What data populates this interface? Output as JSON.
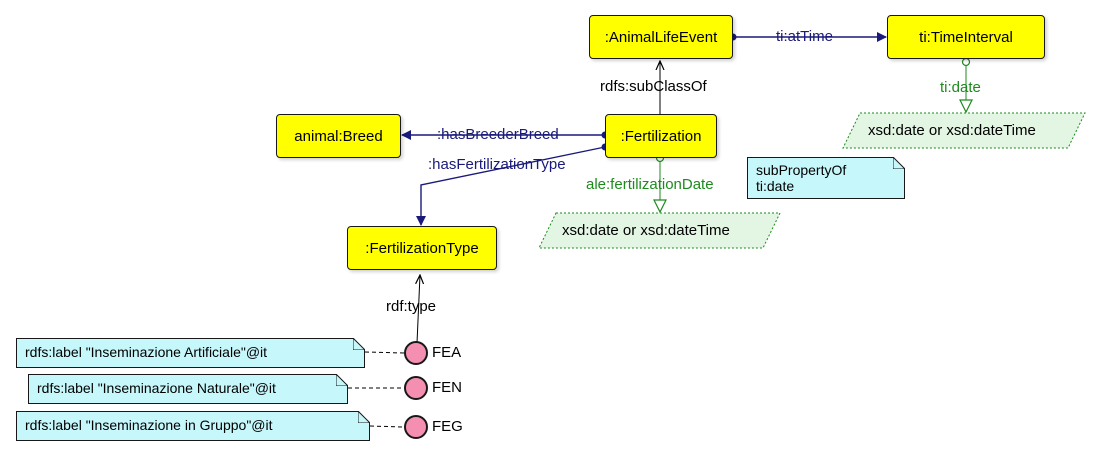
{
  "classes": {
    "animal_life_event": ":AnimalLifeEvent",
    "time_interval": "ti:TimeInterval",
    "animal_breed": "animal:Breed",
    "fertilization": ":Fertilization",
    "fertilization_type": ":FertilizationType"
  },
  "properties": {
    "at_time": "ti:atTime",
    "subclass_of": "rdfs:subClassOf",
    "ti_date": "ti:date",
    "has_breeder_breed": ":hasBreederBreed",
    "has_fertilization_type": ":hasFertilizationType",
    "fertilization_date": "ale:fertilizationDate",
    "rdf_type": "rdf:type"
  },
  "datatypes": {
    "ti_date_range": "xsd:date or xsd:dateTime",
    "fertilization_date_range": "xsd:date or xsd:dateTime"
  },
  "notes": {
    "subproperty_line1": "subPropertyOf",
    "subproperty_line2": "ti:date",
    "fea_label": "rdfs:label \"Inseminazione Artificiale\"@it",
    "fen_label": "rdfs:label \"Inseminazione Naturale\"@it",
    "feg_label": "rdfs:label \"Inseminazione in Gruppo\"@it"
  },
  "individuals": {
    "fea": "FEA",
    "fen": "FEN",
    "feg": "FEG"
  },
  "colors": {
    "class_fill": "#ffff00",
    "note_fill": "#c6f7fb",
    "datatype_fill": "#e3f5e3",
    "individual_fill": "#f48fb1",
    "object_property": "#1a1a7a",
    "data_property": "#1e8a1e"
  }
}
